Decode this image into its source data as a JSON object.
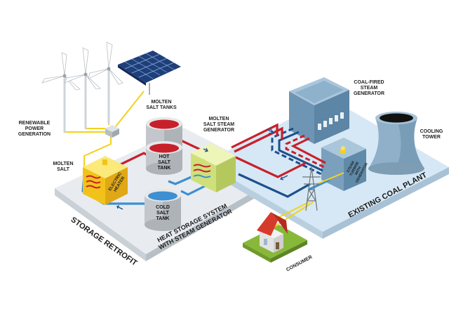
{
  "labels": {
    "renewable_power_generation": [
      "RENEWABLE",
      "POWER",
      "GENERATION"
    ],
    "molten_salt_tanks": [
      "MOLTEN",
      "SALT TANKS"
    ],
    "molten_salt": [
      "MOLTEN",
      "SALT"
    ],
    "molten_salt_steam_generator": [
      "MOLTEN",
      "SALT STEAM",
      "GENERATOR"
    ],
    "coal_fired_steam_generator": [
      "COAL-FIRED",
      "STEAM",
      "GENERATOR"
    ],
    "cooling_tower": [
      "COOLING",
      "TOWER"
    ],
    "hot_salt_tank": [
      "HOT",
      "SALT",
      "TANK"
    ],
    "cold_salt_tank": [
      "COLD",
      "SALT",
      "TANK"
    ],
    "electric_heater": [
      "ELECTRIC",
      "HEATER"
    ],
    "steam_turbine_with_generator": [
      "STEAM",
      "TURBINE",
      "WITH",
      "GENERATOR"
    ],
    "consumer": "CONSUMER"
  },
  "platform_labels": {
    "storage_retrofit": "STORAGE RETROFIT",
    "heat_storage_system": [
      "HEAT STORAGE SYSTEM",
      "WITH STEAM GENERATOR"
    ],
    "existing_coal_plant": "EXISTING COAL PLANT"
  },
  "colors": {
    "hot_salt": "#c8202a",
    "cold_salt": "#3d8fd1",
    "steam_line": "#1d4f8c",
    "power_line": "#f2d21b",
    "storage_platform": "#e6eaee",
    "coal_platform": "#d5e6f3"
  },
  "icons": [
    "wind-turbine-icon",
    "solar-panel-icon",
    "transmission-tower-icon",
    "house-icon"
  ]
}
